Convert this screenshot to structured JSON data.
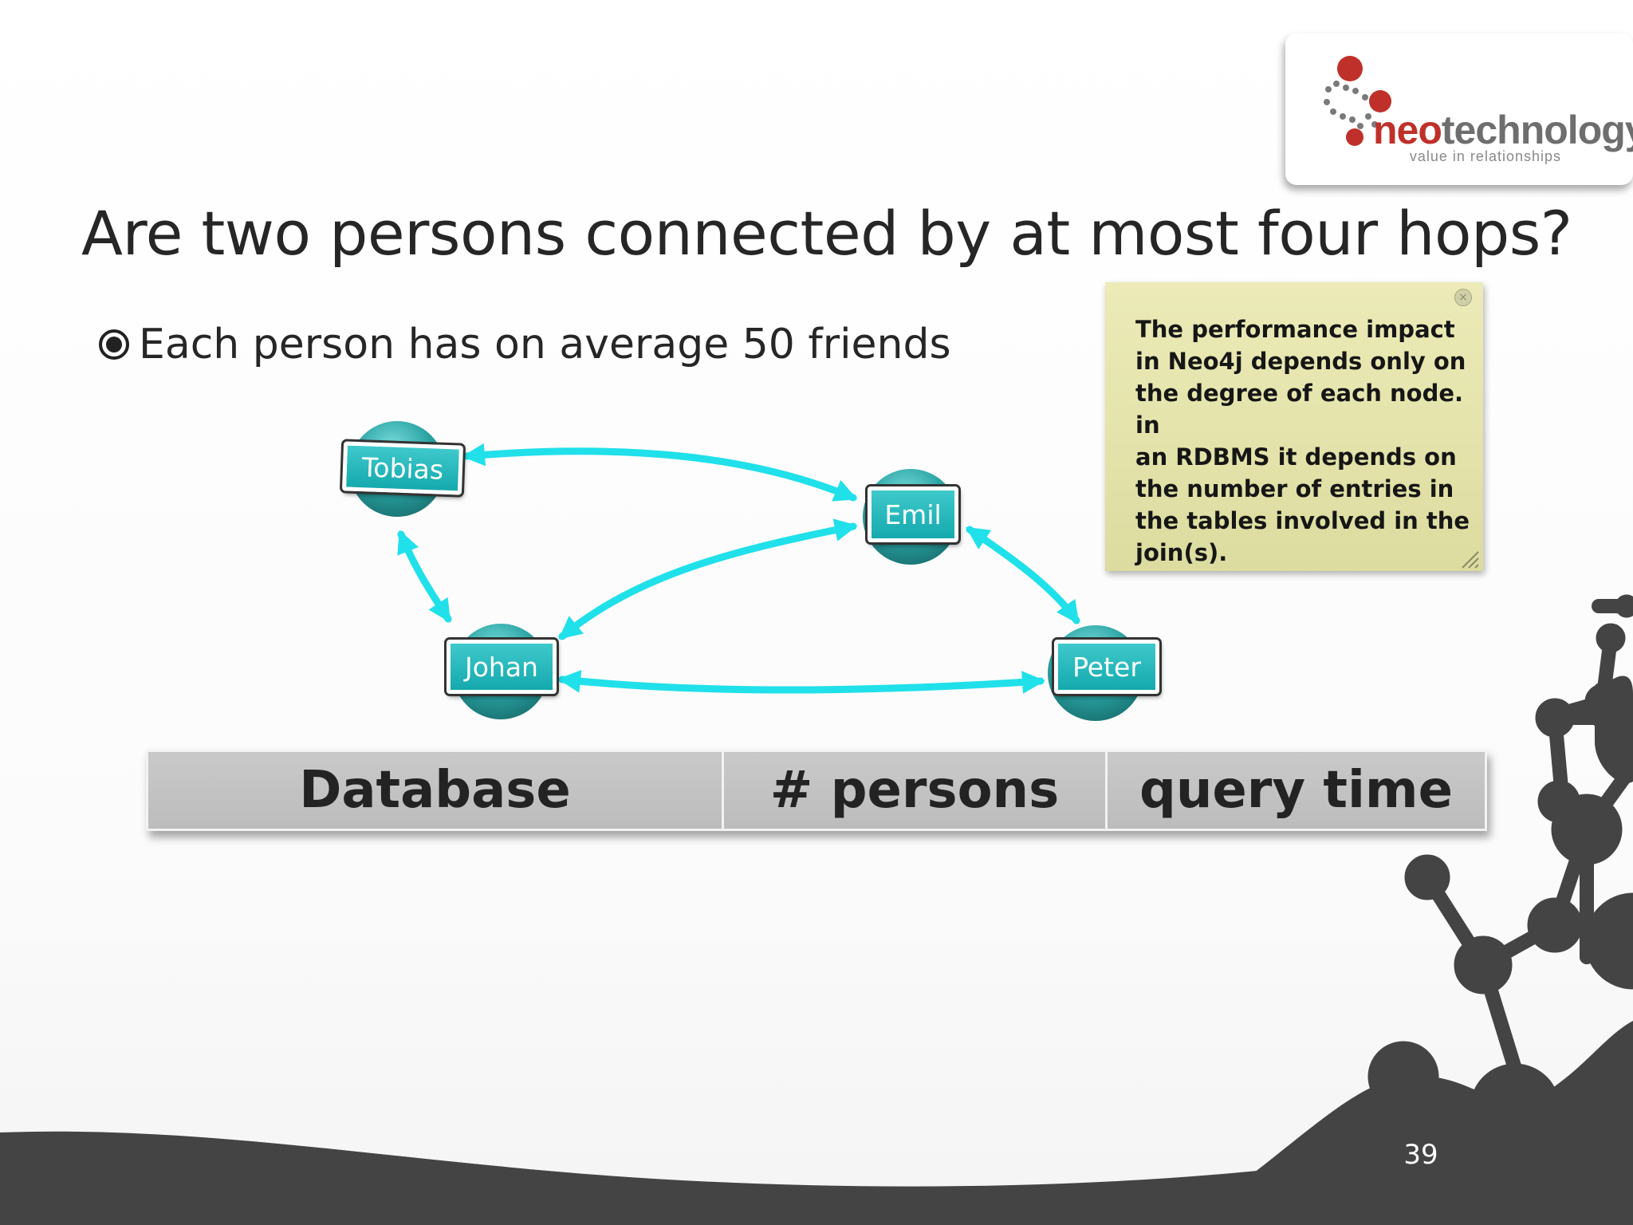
{
  "slide": {
    "title": "Are two persons connected by at most four hops?",
    "bullet": "Each person has on average 50 friends",
    "page_number": "39"
  },
  "logo": {
    "word_neo": "neo",
    "word_technology": "technology",
    "tagline": "value in relationships",
    "colors": {
      "dots": "#c0302a",
      "text": "#6e6e6e"
    }
  },
  "graph": {
    "nodes": [
      "Tobias",
      "Emil",
      "Johan",
      "Peter"
    ],
    "edges": [
      [
        "Tobias",
        "Emil"
      ],
      [
        "Tobias",
        "Johan"
      ],
      [
        "Emil",
        "Johan"
      ],
      [
        "Emil",
        "Peter"
      ],
      [
        "Johan",
        "Peter"
      ]
    ],
    "edge_color": "#20e0ea"
  },
  "sticky_note": {
    "text": "The performance impact\nin Neo4j depends only on\nthe degree of each node. in\nan RDBMS it depends on\nthe number of entries in\nthe tables involved in the\njoin(s).",
    "close_icon": "close-icon",
    "color": "#e6e5b0"
  },
  "table": {
    "headers": [
      "Database",
      "# persons",
      "query time"
    ]
  }
}
